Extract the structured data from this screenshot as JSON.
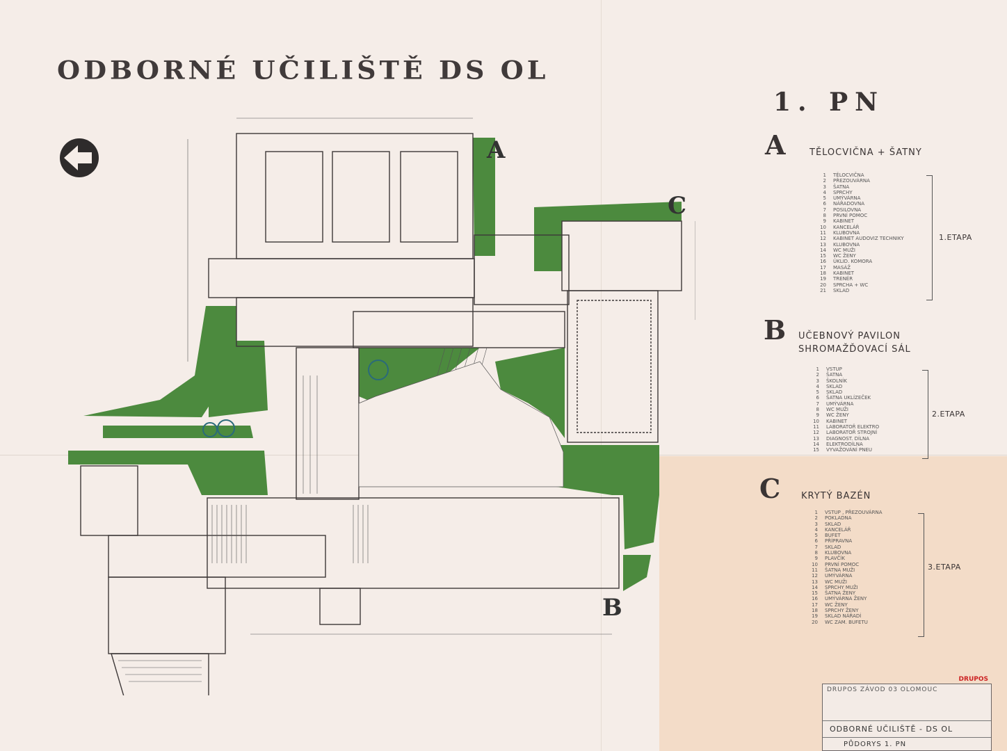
{
  "title": "ODBORNÉ UČILIŠTĚ DS OL",
  "floor": "1. PN",
  "plan_letters": {
    "a": "A",
    "b": "B",
    "c": "C"
  },
  "colors": {
    "paper": "#f5ede8",
    "green": "#4c8a3e",
    "ink": "#3a3434",
    "stain": "#f2dcc6"
  },
  "sections": [
    {
      "letter": "A",
      "heading": "TĚLOCVIČNA + ŠATNY",
      "etapa": "1.ETAPA",
      "rooms": [
        "TĚLOCVIČNA",
        "PŘEZOUVÁRNA",
        "ŠATNA",
        "SPRCHY",
        "UMÝVÁRNA",
        "NÁŘADOVNA",
        "POSILOVNA",
        "PRVNÍ POMOC",
        "KABINET",
        "KANCELÁŘ",
        "KLUBOVNA",
        "KABINET AUDOVIZ TECHNIKY",
        "KLUBOVNA",
        "WC MUŽI",
        "WC ŽENY",
        "ÚKLID. KOMORA",
        "MASÁŽ",
        "KABINET",
        "TRENÉR",
        "SPRCHA + WC",
        "SKLAD"
      ]
    },
    {
      "letter": "B",
      "heading": "UČEBNOVÝ PAVILON",
      "heading2": "SHROMAŽĎOVACÍ SÁL",
      "etapa": "2.ETAPA",
      "rooms": [
        "VSTUP",
        "ŠATNA",
        "ŠKOLNÍK",
        "SKLAD",
        "SKLAD",
        "ŠATNA UKLÍZEČEK",
        "UMÝVÁRNA",
        "WC MUŽI",
        "WC ŽENY",
        "KABINET",
        "LABORATOŘ ELEKTRO",
        "LABORATOŘ STROJNÍ",
        "DIAGNOST. DÍLNA",
        "ELEKTRODÍLNA",
        "VYVAŽOVÁNÍ PNEU"
      ]
    },
    {
      "letter": "C",
      "heading": "KRYTÝ BAZÉN",
      "etapa": "3.ETAPA",
      "rooms": [
        "VSTUP , PŘEZOUVÁRNA",
        "POKLADNA",
        "SKLAD",
        "KANCELÁŘ",
        "BUFET",
        "PŘÍPRAVNA",
        "SKLAD",
        "KLUBOVNA",
        "PLAVČÍK",
        "PRVNÍ POMOC",
        "ŠATNA MUŽI",
        "UMÝVÁRNA",
        "WC MUŽI",
        "SPRCHY MUŽI",
        "ŠATNA ŽENY",
        "UMÝVÁRNA ŽENY",
        "WC ŽENY",
        "SPRCHY ŽENY",
        "SKLAD NÁŘADÍ",
        "WC ZAM. BUFETU"
      ]
    }
  ],
  "stamp": {
    "firm": "DRUPOS  ZÁVOD 03 OLOMOUC",
    "red": "DRUPOS",
    "project": "ODBORNÉ UČILIŠTĚ - DS OL",
    "drawing": "PŮDORYS   1. PN"
  }
}
